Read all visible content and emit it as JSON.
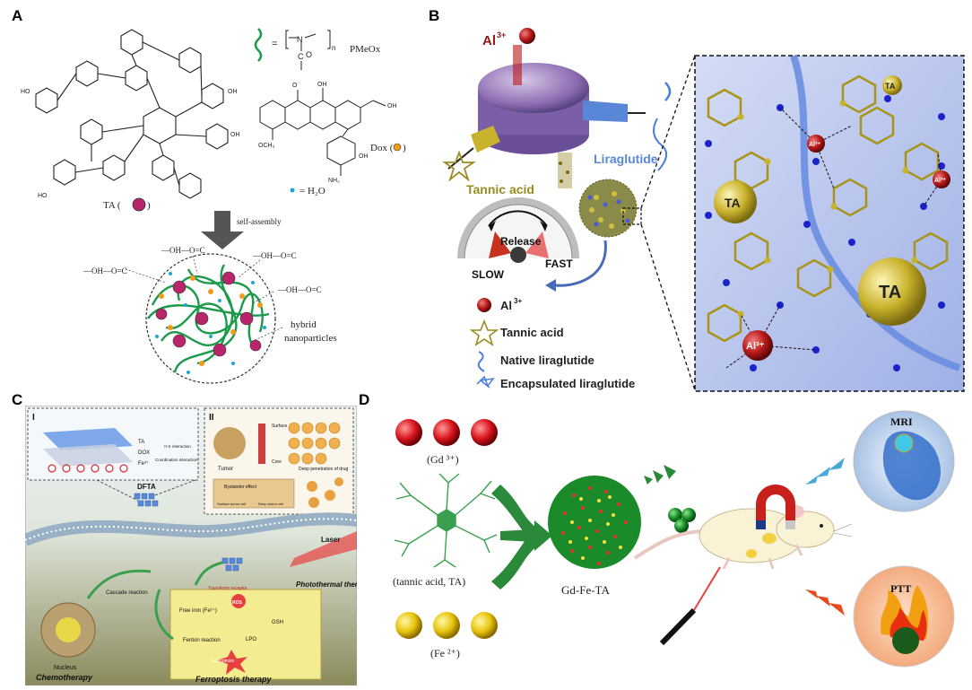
{
  "panels": {
    "A": {
      "letter": "A",
      "pmeox_label": "PMeOx",
      "pmeox_eq": "=",
      "pmeox_n": "n",
      "pmeox_N": "N",
      "pmeox_C": "C",
      "pmeox_O": "O",
      "dox_label": "Dox (",
      "dox_close": ")",
      "h2o_label": "= H₂O",
      "ta_label": "TA (",
      "ta_close": ")",
      "arrow_label": "self-assembly",
      "bond_labels": [
        "—OH—O=C",
        "—OH—O=C",
        "—OH—O=C",
        "—OH—O=C"
      ],
      "hybrid_label": "hybrid",
      "nanoparticles_label": "nanoparticles",
      "dox_sublabel": "OCH₃",
      "nh2_label": "NH₂",
      "oh_label": "OH",
      "o_label": "O",
      "ho_label": "HO"
    },
    "B": {
      "letter": "B",
      "al_top": "Al",
      "al_sup": "3+",
      "liraglutide_label": "Liraglutide",
      "tannic_label": "Tannic acid",
      "release_label": "Release",
      "slow_label": "SLOW",
      "fast_label": "FAST",
      "legend": [
        {
          "label": "Al",
          "sup": "3+",
          "icon": "red-sphere"
        },
        {
          "label": "Tannic acid",
          "icon": "star"
        },
        {
          "label": "Native liraglutide",
          "icon": "blue-wave"
        },
        {
          "label": "Encapsulated liraglutide",
          "icon": "tangle"
        }
      ],
      "zoom_ta_labels": [
        "TA",
        "TA",
        "TA"
      ],
      "zoom_al_labels": [
        "Al³⁺",
        "Al³⁺",
        "Al³⁺"
      ]
    },
    "C": {
      "letter": "C",
      "inset_I": "I",
      "inset_II": "II",
      "ta": "TA",
      "dox": "DOX",
      "fe": "Fe³⁺",
      "pi_label": "π-π interaction",
      "coord_label": "Coordination interaction",
      "dfta_label": "DFTA",
      "laser_label": "Laser",
      "photothermal_label": "Photothermal therapy",
      "cascade_label": "Cascade reaction",
      "nucleus_label": "Nucleus",
      "chemo_label": "Chemotherapy",
      "ferroptosis_label": "Ferroptosis therapy",
      "free_iron_label": "Free iron (Fe²⁺)",
      "fenton_label": "Fenton reaction",
      "ros_label": "ROS",
      "gsh_label": "GSH",
      "lpo_label": "LPO",
      "transferrin_label": "Transferrin receptor",
      "ferroptosis_star": "Ferroptosis",
      "tumor_label": "Tumor",
      "surface_label": "Surface",
      "core_label": "Core",
      "deep_label": "Deep penetration of drug",
      "bystander_label": "Bystander effect",
      "surface_tumor_label": "Surface tumor cell",
      "deep_tumor_label": "Deep tumor cell"
    },
    "D": {
      "letter": "D",
      "gd_label": "(Gd ³⁺)",
      "ta_label": "(tannic acid, TA)",
      "fe_label": "(Fe ²⁺)",
      "np_label": "Gd-Fe-TA",
      "mri_label": "MRI",
      "ptt_label": "PTT"
    }
  },
  "colors": {
    "ta_purple": "#b8256a",
    "pmeox_green": "#1a9a4a",
    "dox_orange": "#f29a1a",
    "h2o_blue": "#1ca6d8",
    "gd_red": "#d8141c",
    "fe_gold": "#e8c40c",
    "ta_yellow": "#c9b22c",
    "liraglutide_blue": "#4a7ed8"
  }
}
